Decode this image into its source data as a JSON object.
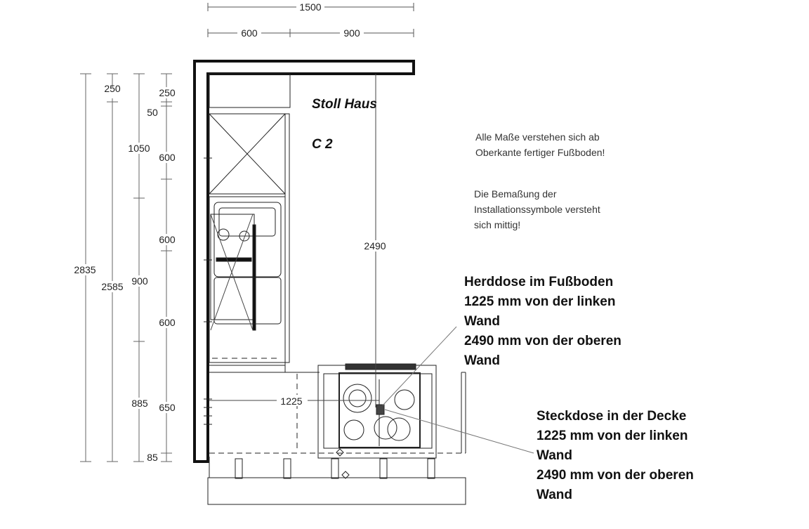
{
  "title": {
    "name": "Stoll Haus",
    "code": "C 2"
  },
  "dimensions": {
    "top_total": "1500",
    "top_parts": [
      "600",
      "900"
    ],
    "col1": "2835",
    "col2": [
      "250",
      "2585"
    ],
    "col3": [
      "1050",
      "900",
      "885"
    ],
    "col4": [
      "250",
      "50",
      "600",
      "600",
      "600",
      "650",
      "85"
    ],
    "vertical_cooktop": "2490",
    "horizontal_cooktop": "1225"
  },
  "notes": {
    "measure_note": [
      "Alle Maße verstehen sich ab",
      "Oberkante fertiger Fußboden!"
    ],
    "symbol_note": [
      "Die Bemaßung der",
      "Installationssymbole versteht",
      "sich mittig!"
    ]
  },
  "callouts": {
    "floor_socket": [
      "Herddose im Fußboden",
      "1225 mm von der linken",
      "Wand",
      "2490 mm von der oberen",
      "Wand"
    ],
    "ceiling_socket": [
      "Steckdose in der Decke",
      "1225 mm von der linken",
      "Wand",
      "2490 mm von der oberen",
      "Wand"
    ]
  }
}
